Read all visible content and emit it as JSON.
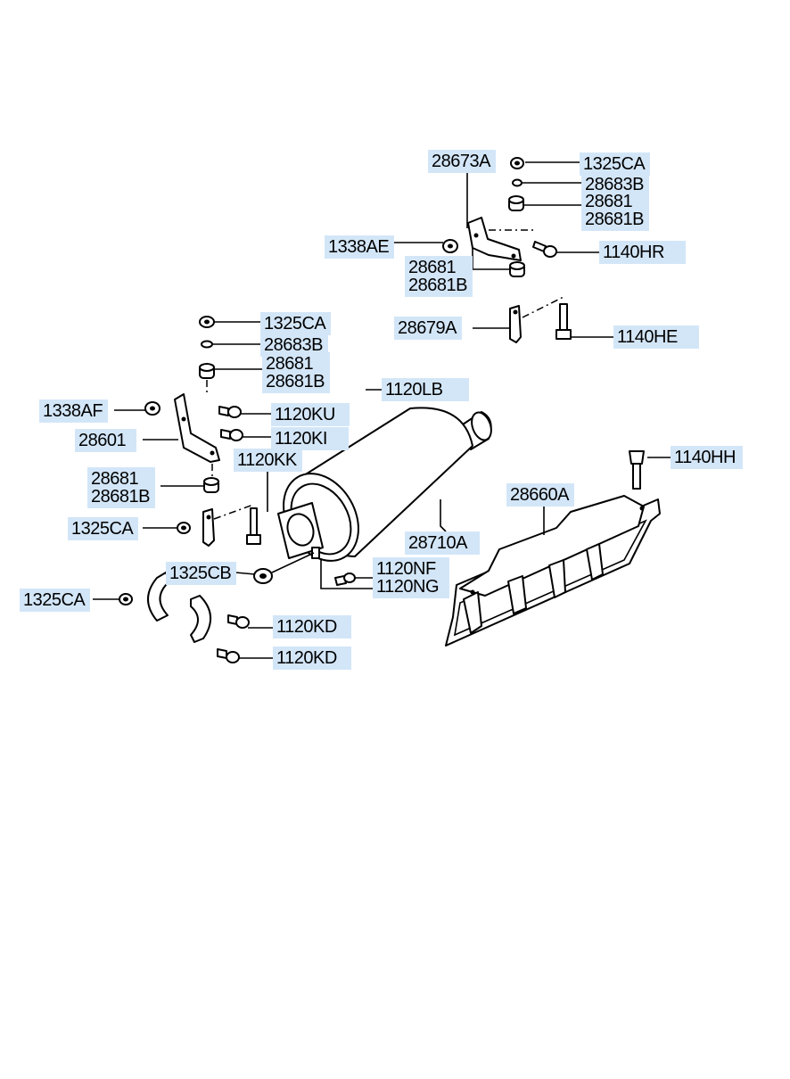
{
  "callouts": {
    "c1325ca_top": "1325CA",
    "c28673a": "28673A",
    "c28683b_top": "28683B",
    "c28681_top": "28681",
    "c28681b_top": "28681B",
    "c1338ae": "1338AE",
    "c1140hr": "1140HR",
    "c28681_mid": "28681",
    "c28681b_mid": "28681B",
    "c28679a": "28679A",
    "c1140he": "1140HE",
    "c1325ca_left": "1325CA",
    "c28683b_left": "28683B",
    "c28681_left": "28681",
    "c28681b_left": "28681B",
    "c1120lb": "1120LB",
    "c1338af": "1338AF",
    "c1120ku": "1120KU",
    "c28601": "28601",
    "c1120ki": "1120KI",
    "c1120kk": "1120KK",
    "c28681_low": "28681",
    "c28681b_low": "28681B",
    "c1140hh": "1140HH",
    "c28660a": "28660A",
    "c1325ca_low": "1325CA",
    "c28710a": "28710A",
    "c1325cb": "1325CB",
    "c1120nf": "1120NF",
    "c1120ng": "1120NG",
    "c1325ca_bot": "1325CA",
    "c1120kd_1": "1120KD",
    "c1120kd_2": "1120KD"
  }
}
